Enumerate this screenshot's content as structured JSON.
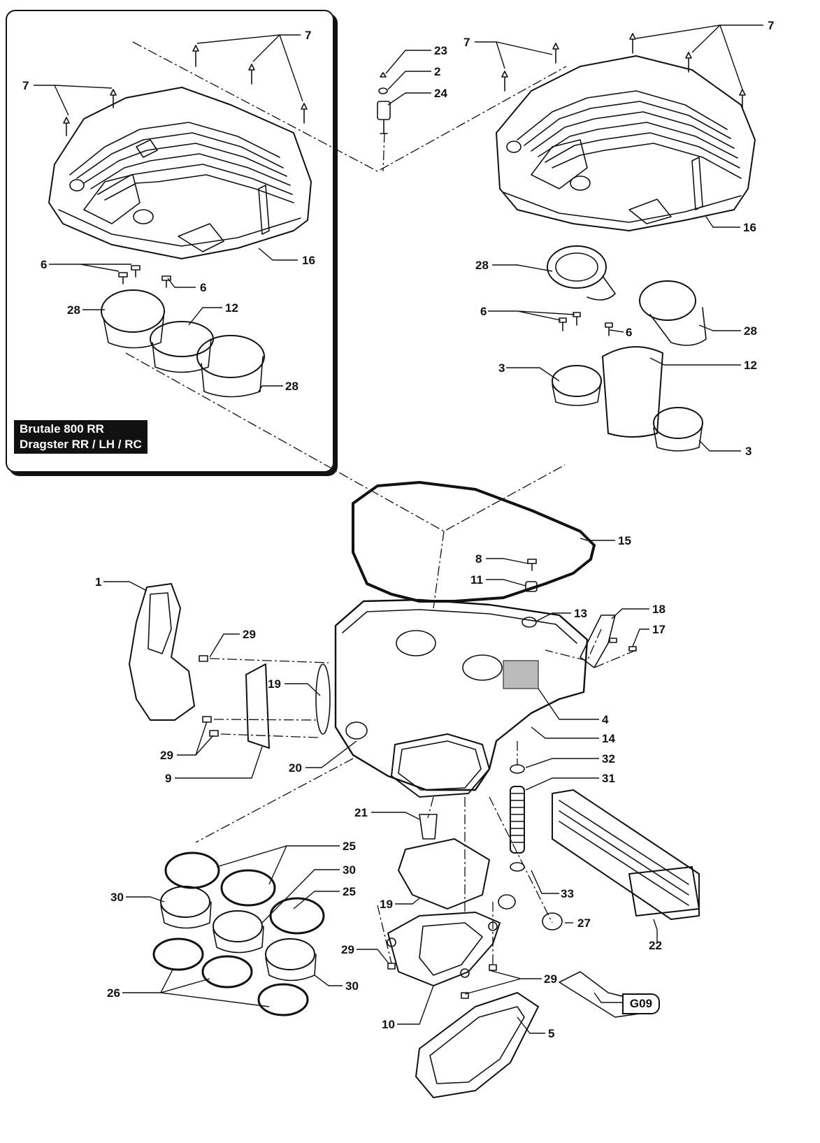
{
  "variant_box": {
    "line1": "Brutale 800 RR",
    "line2": "Dragster RR / LH / RC"
  },
  "reference_tag": "G09",
  "callouts": [
    {
      "id": "c7a",
      "label": "7"
    },
    {
      "id": "c7b",
      "label": "7"
    },
    {
      "id": "c16a",
      "label": "16"
    },
    {
      "id": "c6a",
      "label": "6"
    },
    {
      "id": "c6b",
      "label": "6"
    },
    {
      "id": "c28a",
      "label": "28"
    },
    {
      "id": "c12a",
      "label": "12"
    },
    {
      "id": "c28b",
      "label": "28"
    },
    {
      "id": "c23",
      "label": "23"
    },
    {
      "id": "c2",
      "label": "2"
    },
    {
      "id": "c24",
      "label": "24"
    },
    {
      "id": "c7c",
      "label": "7"
    },
    {
      "id": "c7d",
      "label": "7"
    },
    {
      "id": "c16b",
      "label": "16"
    },
    {
      "id": "c28c",
      "label": "28"
    },
    {
      "id": "c6c",
      "label": "6"
    },
    {
      "id": "c6d",
      "label": "6"
    },
    {
      "id": "c28d",
      "label": "28"
    },
    {
      "id": "c3a",
      "label": "3"
    },
    {
      "id": "c12b",
      "label": "12"
    },
    {
      "id": "c3b",
      "label": "3"
    },
    {
      "id": "c15",
      "label": "15"
    },
    {
      "id": "c8",
      "label": "8"
    },
    {
      "id": "c11",
      "label": "11"
    },
    {
      "id": "c1",
      "label": "1"
    },
    {
      "id": "c13",
      "label": "13"
    },
    {
      "id": "c18",
      "label": "18"
    },
    {
      "id": "c17",
      "label": "17"
    },
    {
      "id": "c29a",
      "label": "29"
    },
    {
      "id": "c19a",
      "label": "19"
    },
    {
      "id": "c4",
      "label": "4"
    },
    {
      "id": "c14",
      "label": "14"
    },
    {
      "id": "c29b",
      "label": "29"
    },
    {
      "id": "c32",
      "label": "32"
    },
    {
      "id": "c9",
      "label": "9"
    },
    {
      "id": "c20",
      "label": "20"
    },
    {
      "id": "c31",
      "label": "31"
    },
    {
      "id": "c21",
      "label": "21"
    },
    {
      "id": "c25a",
      "label": "25"
    },
    {
      "id": "c30a",
      "label": "30"
    },
    {
      "id": "c30b",
      "label": "30"
    },
    {
      "id": "c25b",
      "label": "25"
    },
    {
      "id": "c19b",
      "label": "19"
    },
    {
      "id": "c33",
      "label": "33"
    },
    {
      "id": "c27",
      "label": "27"
    },
    {
      "id": "c29c",
      "label": "29"
    },
    {
      "id": "c22",
      "label": "22"
    },
    {
      "id": "c26",
      "label": "26"
    },
    {
      "id": "c29d",
      "label": "29"
    },
    {
      "id": "c30c",
      "label": "30"
    },
    {
      "id": "c10",
      "label": "10"
    },
    {
      "id": "c5",
      "label": "5"
    }
  ]
}
